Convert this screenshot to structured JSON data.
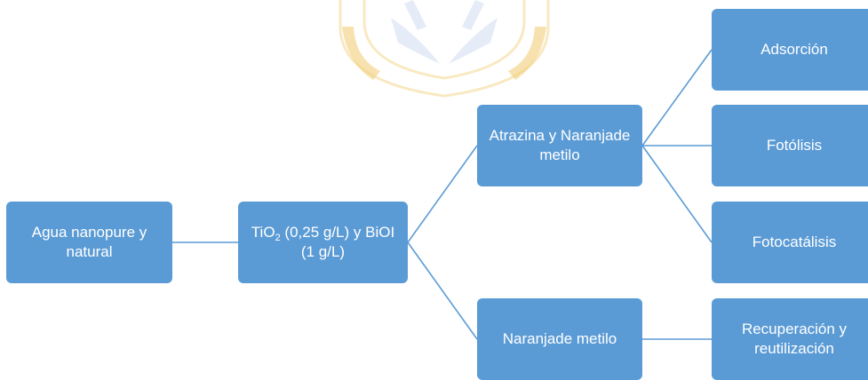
{
  "colors": {
    "node_fill": "#5b9bd5",
    "connector": "#5b9bd5",
    "watermark": "#f2cf7a"
  },
  "nodes": {
    "agua": "Agua nanopure y natural",
    "tio2": {
      "prefix": "TiO",
      "subscript": "2",
      "rest": " (0,25 g/L) y BiOI (1 g/L)"
    },
    "atrazina": "Atrazina y Naranjade metilo",
    "naranja": "Naranjade metilo",
    "adsorcion": "Adsorción",
    "fotolisis": "Fotólisis",
    "fotocatalisis": "Fotocatálisis",
    "recuperacion": "Recuperación y reutilización"
  },
  "watermark": {
    "icon": "university-seal-watermark"
  }
}
